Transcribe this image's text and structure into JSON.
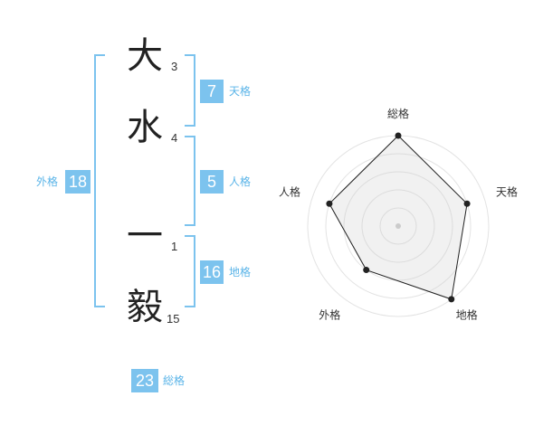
{
  "name_chars": [
    {
      "char": "大",
      "strokes": "3"
    },
    {
      "char": "水",
      "strokes": "4"
    },
    {
      "char": "一",
      "strokes": "1"
    },
    {
      "char": "毅",
      "strokes": "15"
    }
  ],
  "scores": {
    "tenkaku": {
      "value": "7",
      "label": "天格"
    },
    "jinkaku": {
      "value": "5",
      "label": "人格"
    },
    "chikaku": {
      "value": "16",
      "label": "地格"
    },
    "gaikaku": {
      "value": "18",
      "label": "外格"
    },
    "soukaku": {
      "value": "23",
      "label": "総格"
    }
  },
  "colors": {
    "accent": "#7cc3ee",
    "accent_text": "#5ab4e8",
    "text": "#222222"
  },
  "chart_data": {
    "type": "radar",
    "axes": [
      "総格",
      "天格",
      "地格",
      "外格",
      "人格"
    ],
    "values": [
      5,
      4,
      5,
      3,
      4
    ],
    "max": 5,
    "rings": 5,
    "grid": true
  }
}
